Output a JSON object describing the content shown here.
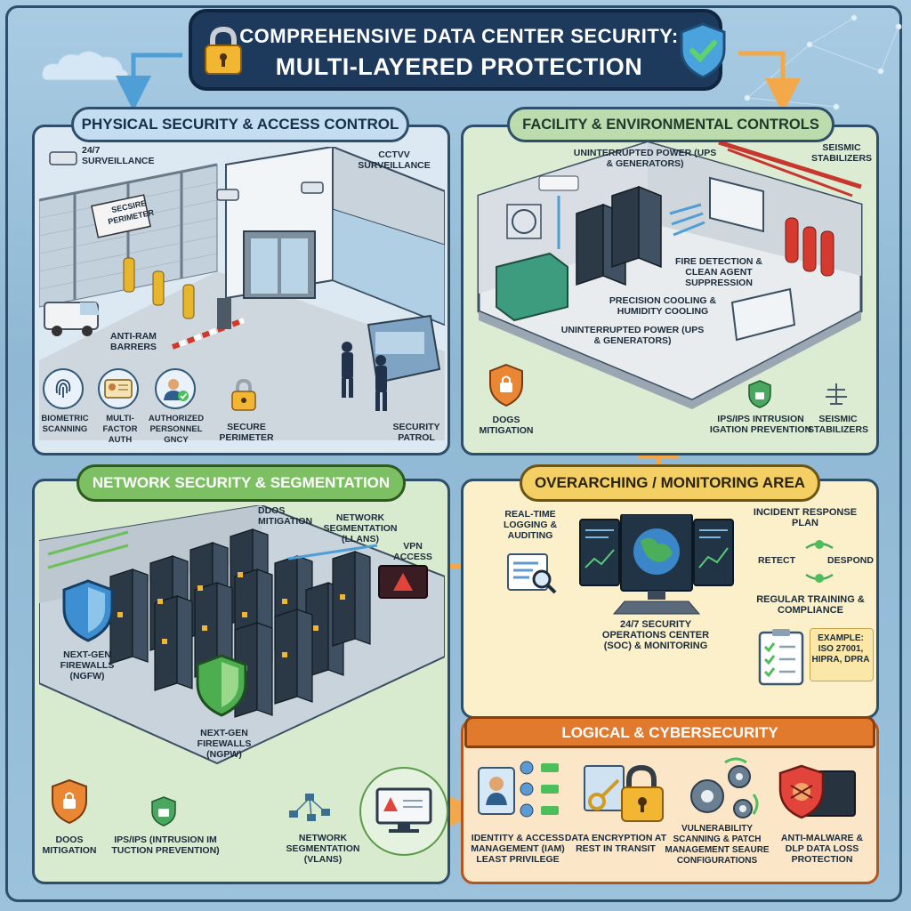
{
  "colors": {
    "navy": "#1d3a5c",
    "green_banner": "#7cc063",
    "orange_banner": "#e27a2e",
    "yellow_banner": "#f4cf63",
    "arrow_orange": "#f3a94a",
    "arrow_blue": "#4f9fd6"
  },
  "header": {
    "title_line1": "COMPREHENSIVE DATA CENTER SECURITY:",
    "title_line2": "MULTI-LAYERED PROTECTION",
    "left_icon": "padlock-icon",
    "right_icon": "shield-check-icon"
  },
  "physical": {
    "title": "PHYSICAL SECURITY & ACCESS CONTROL",
    "surveillance_left": "24/7 SURVEILLANCE",
    "cctv": "CCTVV SURVEILLANCE",
    "sign": "SECSIRE PERIMETER",
    "barriers": "ANTI-RAM BARRERS",
    "biometric": "BIOMETRIC SCANNING",
    "mfa": "MULTI-FACTOR AUTH",
    "authorized": "AUTHORIZED PERSONNEL GNCY",
    "secure_perimeter": "SECURE PERIMETER",
    "patrol": "SECURITY PATROL"
  },
  "facility": {
    "title": "FACILITY & ENVIRONMENTAL CONTROLS",
    "ups_top": "UNINTERRUPTED POWER (UPS & GENERATORS)",
    "seismic_top": "SEISMIC STABILIZERS",
    "fire": "FIRE DETECTION & CLEAN AGENT SUPPRESSION",
    "cooling": "PRECISION COOLING & HUMIDITY COOLING",
    "ups_bottom": "UNINTERRUPTED POWER (UPS & GENERATORS)",
    "ddos": "DOGS MITIGATION",
    "ips": "IPS/IPS INTRUSION IGATION PREVENTION",
    "seismic_bottom": "SEISMIC STABILIZERS"
  },
  "network": {
    "title": "NETWORK SECURITY & SEGMENTATION",
    "ddos_top": "DDoS MITIGATION",
    "segmentation_top": "NETWORK SEGMENTATION (LLANS)",
    "vpn": "VPN ACCESS",
    "ngfw_left": "NEXT-GEN FIREWALLS (NGFW)",
    "ngfw_center": "NEXT-GEN FIREWALLS (NGPW)",
    "ddos_bottom": "DOoS MITIGATION",
    "ips_bottom": "IPS/IPS (INTRUSION IM TUCTION PREVENTION)",
    "segmentation_bottom": "NETWORK SEGMENTATION (VLANs)"
  },
  "monitoring": {
    "title": "OVERARCHING / MONITORING AREA",
    "logging": "REAL-TIME LOGGING & AUDITING",
    "incident_title": "INCIDENT RESPONSE PLAN",
    "retect": "RETECT",
    "despond": "DESPOND",
    "soc": "24/7 SECURITY OPERATIONS CENTER (SOC) & MONITORING",
    "training": "REGULAR TRAINING & COMPLIANCE",
    "example": "EXAMPLE: ISO 27001, HIPRA, DPRA"
  },
  "logical": {
    "title": "LOGICAL & CYBERSECURITY",
    "iam": "IDENTITY & ACCESS MANAGEMENT (IAM) LEAST PRIVILEGE",
    "encryption": "DATA ENCRYPTION AT REST IN TRANSIT",
    "vuln": "VULNERABILITY SCANNING & PATCH MANAGEMENT SEAURE CONFIGURATIONS",
    "antimalware": "ANTI-MALWARE & DLP DATA LOSS PROTECTION"
  }
}
